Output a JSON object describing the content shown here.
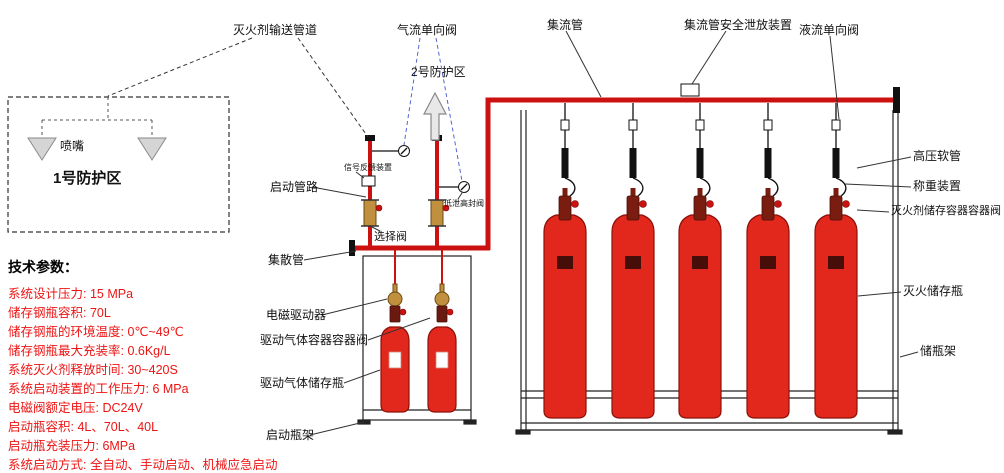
{
  "labels": {
    "delivery_pipe": "灭火剂输送管道",
    "gas_check_valve": "气流单向阀",
    "zone2": "2号防护区",
    "manifold": "集流管",
    "manifold_relief": "集流管安全泄放装置",
    "liquid_check_valve": "液流单向阀",
    "nozzle": "喷嘴",
    "zone1": "1号防护区",
    "start_pipeline": "启动管路",
    "signal_feedback": "信号反馈装置",
    "selector_valve": "选择阀",
    "low_leak_high_seal_valve": "低泄高封阀",
    "collector_pipe": "集散管",
    "solenoid_driver": "电磁驱动器",
    "drive_gas_container_valve": "驱动气体容器容器阀",
    "drive_gas_bottle": "驱动气体储存瓶",
    "start_bottle_rack": "启动瓶架",
    "high_pressure_hose": "高压软管",
    "weighing_device": "称重装置",
    "agent_container_valve": "灭火剂储存容器容器阀",
    "agent_storage_bottle": "灭火储存瓶",
    "bottle_rack": "储瓶架"
  },
  "tech_params": {
    "heading": "技术参数：",
    "lines": [
      "系统设计压力: 15 MPa",
      "储存钢瓶容积: 70L",
      "储存钢瓶的环境温度: 0℃~49℃",
      "储存钢瓶最大充装率: 0.6Kg/L",
      "系统灭火剂释放时间: 30~420S",
      "系统启动装置的工作压力: 6 MPa",
      "电磁阀额定电压: DC24V",
      "启动瓶容积: 4L、70L、40L",
      "启动瓶充装压力: 6MPa",
      "系统启动方式: 全自动、手动启动、机械应急启动"
    ]
  },
  "icons": {
    "nozzle_icon": "triangle-nozzle",
    "zone2_arrow_icon": "up-arrow",
    "check_valve_icon": "circle-with-diagonal"
  },
  "colors": {
    "pipe_red": "#cc1111",
    "cylinder_red": "#e2281c",
    "brass": "#c0903e",
    "param_red": "#ee1414",
    "leader_blue": "#5566cc"
  }
}
